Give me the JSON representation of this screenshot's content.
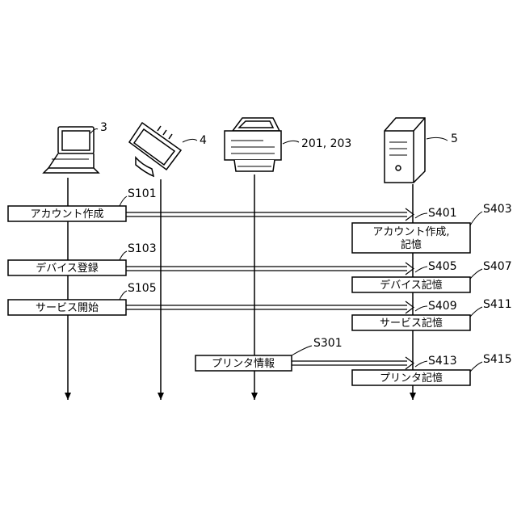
{
  "devices": {
    "laptop": {
      "ref": "3",
      "icon": "laptop-icon"
    },
    "tablet": {
      "ref": "4",
      "icon": "tablet-icon"
    },
    "printer": {
      "ref": "201, 203",
      "icon": "printer-icon"
    },
    "server": {
      "ref": "5",
      "icon": "server-icon"
    }
  },
  "steps": {
    "s101": {
      "code": "S101",
      "label": "アカウント作成"
    },
    "s103": {
      "code": "S103",
      "label": "デバイス登録"
    },
    "s105": {
      "code": "S105",
      "label": "サービス開始"
    },
    "s301": {
      "code": "S301",
      "label": "プリンタ情報"
    },
    "s401": {
      "code": "S401"
    },
    "s403": {
      "code": "S403",
      "line1": "アカウント作成,",
      "line2": "記憶"
    },
    "s405": {
      "code": "S405"
    },
    "s407": {
      "code": "S407",
      "label": "デバイス記憶"
    },
    "s409": {
      "code": "S409"
    },
    "s411": {
      "code": "S411",
      "label": "サービス記憶"
    },
    "s413": {
      "code": "S413"
    },
    "s415": {
      "code": "S415",
      "label": "プリンタ記憶"
    }
  }
}
